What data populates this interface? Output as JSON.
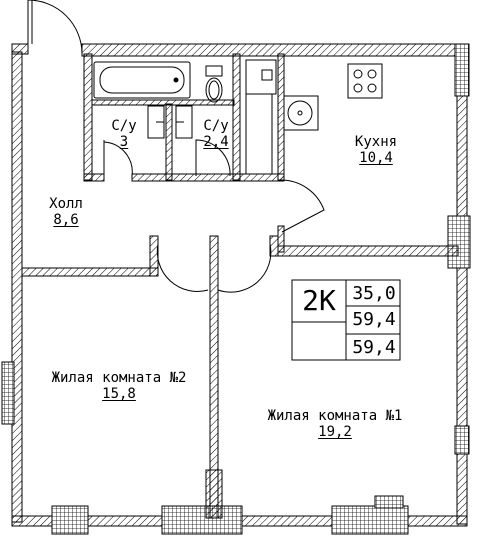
{
  "plan": {
    "rooms": [
      {
        "id": "bathroom-3",
        "name": "С/у",
        "area": "3"
      },
      {
        "id": "bathroom-2",
        "name": "С/у",
        "area": "2,4"
      },
      {
        "id": "kitchen",
        "name": "Кухня",
        "area": "10,4"
      },
      {
        "id": "hall",
        "name": "Холл",
        "area": "8,6"
      },
      {
        "id": "living-room-2",
        "name": "Жилая комната №2",
        "area": "15,8"
      },
      {
        "id": "living-room-1",
        "name": "Жилая комната №1",
        "area": "19,2"
      }
    ],
    "summary": {
      "type": "2К",
      "living_area": "35,0",
      "total_area_a": "59,4",
      "total_area_b": "59,4"
    }
  }
}
